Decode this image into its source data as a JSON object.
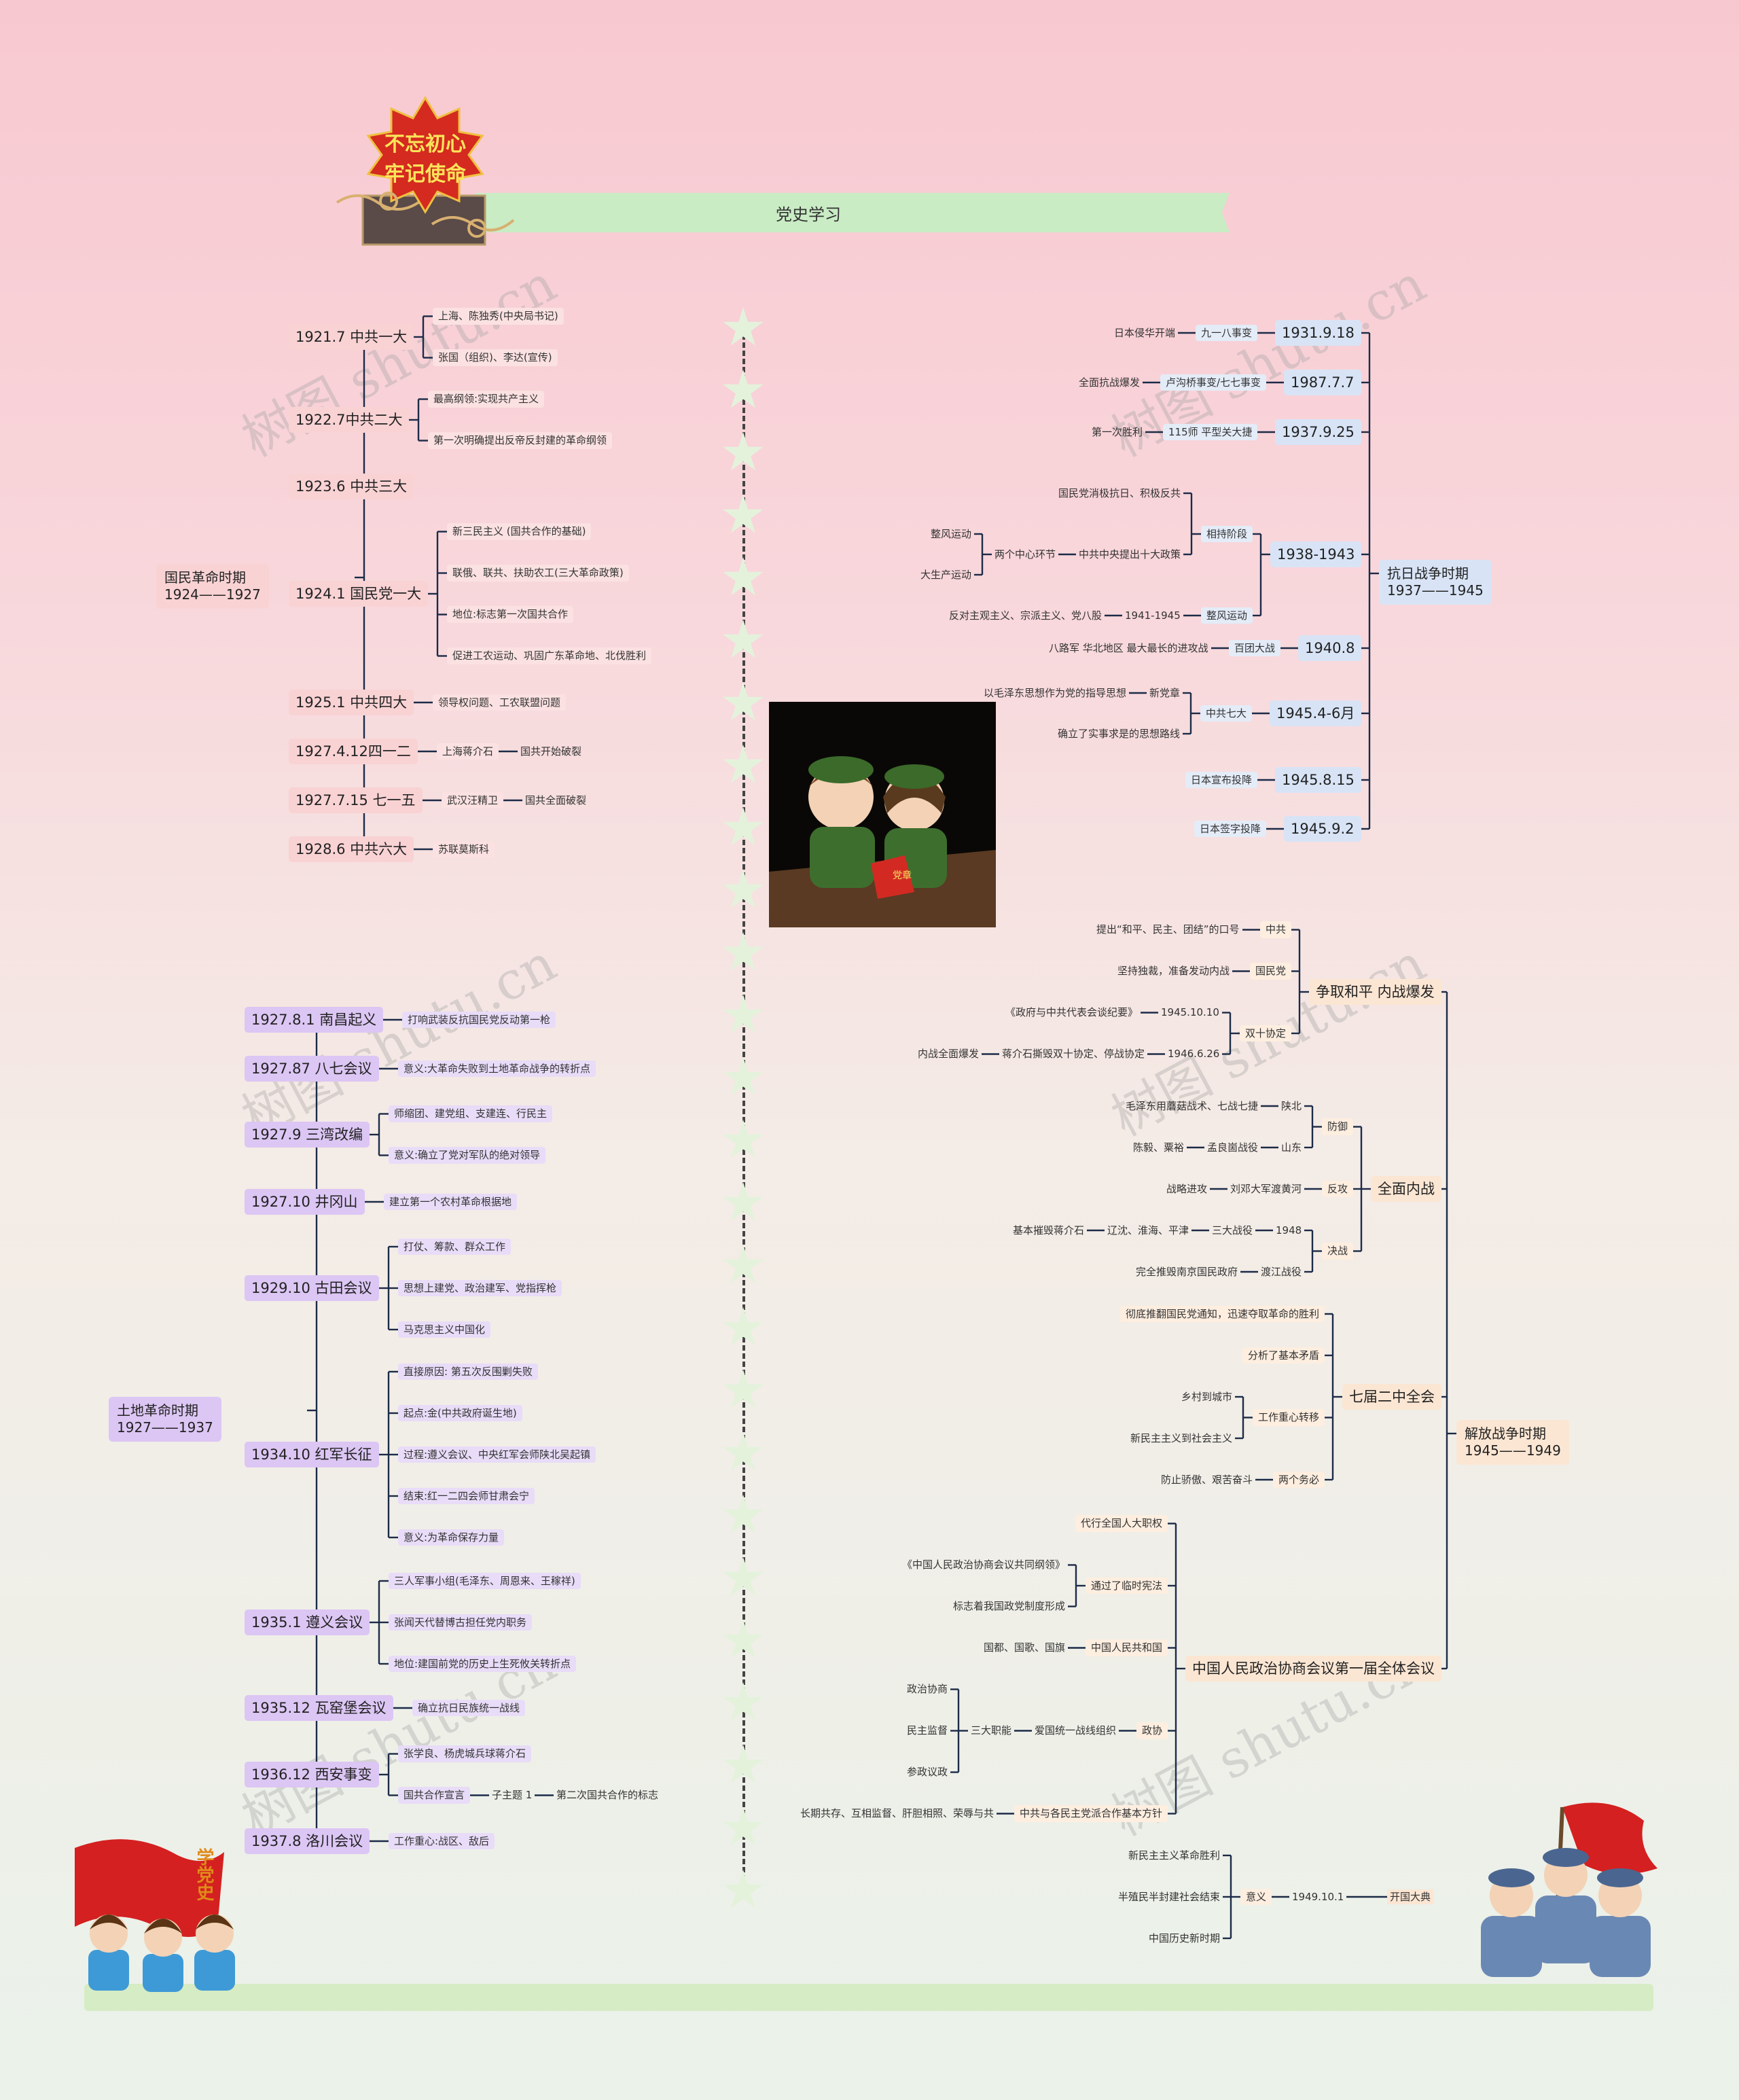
{
  "title": "党史学习",
  "badge": {
    "line1": "不忘初心",
    "line2": "牢记使命"
  },
  "corner_text": "学党史",
  "book_text": "党章",
  "watermark": "树图 shutu.cn",
  "colors": {
    "pink": "#f9d2d4",
    "purple": "#dcc6f4",
    "blue": "#d8e4f6",
    "peach": "#fbe6d3",
    "line": "#1c2b48"
  },
  "branches": [
    {
      "label": "国民革命时期\n1924——1927",
      "theme": "pk",
      "side": "left",
      "children": [
        {
          "label": "1921.7 中共一大",
          "children": [
            {
              "label": "上海、陈独秀(中央局书记)"
            },
            {
              "label": "张国（组织)、李达(宣传)"
            }
          ]
        },
        {
          "label": "1922.7中共二大",
          "children": [
            {
              "label": "最高纲领:实现共产主义"
            },
            {
              "label": "第一次明确提出反帝反封建的革命纲领"
            }
          ]
        },
        {
          "label": "1923.6 中共三大"
        },
        {
          "label": "1924.1 国民党一大",
          "children": [
            {
              "label": "新三民主义 (国共合作的基础)"
            },
            {
              "label": "联俄、联共、扶助农工(三大革命政策)"
            },
            {
              "label": "地位:标志第一次国共合作"
            },
            {
              "label": "促进工农运动、巩固广东革命地、北伐胜利"
            }
          ]
        },
        {
          "label": "1925.1 中共四大",
          "children": [
            {
              "label": "领导权问题、工农联盟问题"
            }
          ]
        },
        {
          "label": "1927.4.12四一二",
          "children": [
            {
              "label": "上海蒋介石",
              "children": [
                {
                  "label": "国共开始破裂"
                }
              ]
            }
          ]
        },
        {
          "label": "1927.7.15 七一五",
          "children": [
            {
              "label": "武汉汪精卫",
              "children": [
                {
                  "label": "国共全面破裂"
                }
              ]
            }
          ]
        },
        {
          "label": "1928.6 中共六大",
          "children": [
            {
              "label": "苏联莫斯科"
            }
          ]
        }
      ]
    },
    {
      "label": "土地革命时期\n1927——1937",
      "theme": "pu",
      "side": "left",
      "children": [
        {
          "label": "1927.8.1 南昌起义",
          "children": [
            {
              "label": "打响武装反抗国民党反动第一枪"
            }
          ]
        },
        {
          "label": "1927.87 八七会议",
          "children": [
            {
              "label": "意义:大革命失败到土地革命战争的转折点"
            }
          ]
        },
        {
          "label": "1927.9 三湾改编",
          "children": [
            {
              "label": "师缩团、建党组、支建连、行民主"
            },
            {
              "label": "意义:确立了党对军队的绝对领导"
            }
          ]
        },
        {
          "label": "1927.10 井冈山",
          "children": [
            {
              "label": "建立第一个农村革命根据地"
            }
          ]
        },
        {
          "label": "1929.10 古田会议",
          "children": [
            {
              "label": "打仗、筹款、群众工作"
            },
            {
              "label": "思想上建党、政治建军、党指挥枪"
            },
            {
              "label": "马克思主义中国化"
            }
          ]
        },
        {
          "label": "1934.10 红军长征",
          "children": [
            {
              "label": "直接原因: 第五次反围剿失败"
            },
            {
              "label": "起点:金(中共政府诞生地)"
            },
            {
              "label": "过程:遵义会议、中央红军会师陕北吴起镇"
            },
            {
              "label": "结束:红一二四会师甘肃会宁"
            },
            {
              "label": "意义:为革命保存力量"
            }
          ]
        },
        {
          "label": "1935.1 遵义会议",
          "children": [
            {
              "label": "三人军事小组(毛泽东、周恩来、王稼祥)"
            },
            {
              "label": "张闻天代替博古担任党内职务"
            },
            {
              "label": "地位:建国前党的历史上生死攸关转折点"
            }
          ]
        },
        {
          "label": "1935.12 瓦窑堡会议",
          "children": [
            {
              "label": "确立抗日民族统一战线"
            }
          ]
        },
        {
          "label": "1936.12 西安事变",
          "children": [
            {
              "label": "张学良、杨虎城兵球蒋介石"
            },
            {
              "label": "国共合作宣言",
              "children": [
                {
                  "label": "子主题 1",
                  "children": [
                    {
                      "label": "第二次国共合作的标志"
                    }
                  ]
                }
              ]
            }
          ]
        },
        {
          "label": "1937.8 洛川会议",
          "children": [
            {
              "label": "工作重心:战区、敌后"
            }
          ]
        }
      ]
    },
    {
      "label": "抗日战争时期\n1937——1945",
      "theme": "bl",
      "side": "right",
      "children": [
        {
          "label": "1931.9.18",
          "children": [
            {
              "label": "九一八事变",
              "children": [
                {
                  "label": "日本侵华开端"
                }
              ]
            }
          ]
        },
        {
          "label": "1987.7.7",
          "children": [
            {
              "label": "卢沟桥事变/七七事变",
              "children": [
                {
                  "label": "全面抗战爆发"
                }
              ]
            }
          ]
        },
        {
          "label": "1937.9.25",
          "children": [
            {
              "label": "115师 平型关大捷",
              "children": [
                {
                  "label": "第一次胜利"
                }
              ]
            }
          ]
        },
        {
          "label": "1938-1943",
          "children": [
            {
              "label": "相持阶段",
              "children": [
                {
                  "label": "国民党消极抗日、积极反共"
                },
                {
                  "label": "中共中央提出十大政策",
                  "children": [
                    {
                      "label": "两个中心环节",
                      "children": [
                        {
                          "label": "整风运动"
                        },
                        {
                          "label": "大生产运动"
                        }
                      ]
                    }
                  ]
                }
              ]
            },
            {
              "label": "整风运动",
              "children": [
                {
                  "label": "1941-1945",
                  "children": [
                    {
                      "label": "反对主观主义、宗派主义、党八股"
                    }
                  ]
                }
              ]
            }
          ]
        },
        {
          "label": "1940.8",
          "children": [
            {
              "label": "百团大战",
              "children": [
                {
                  "label": "八路军 华北地区 最大最长的进攻战"
                }
              ]
            }
          ]
        },
        {
          "label": "1945.4-6月",
          "children": [
            {
              "label": "中共七大",
              "children": [
                {
                  "label": "新党章",
                  "children": [
                    {
                      "label": "以毛泽东思想作为党的指导思想"
                    }
                  ]
                },
                {
                  "label": "确立了实事求是的思想路线"
                }
              ]
            }
          ]
        },
        {
          "label": "1945.8.15",
          "children": [
            {
              "label": "日本宣布投降"
            }
          ]
        },
        {
          "label": "1945.9.2",
          "children": [
            {
              "label": "日本签字投降"
            }
          ]
        }
      ]
    },
    {
      "label": "解放战争时期\n1945——1949",
      "theme": "pe",
      "side": "right",
      "children": [
        {
          "label": "争取和平 内战爆发",
          "children": [
            {
              "label": "中共",
              "children": [
                {
                  "label": "提出“和平、民主、团结”的口号"
                }
              ]
            },
            {
              "label": "国民党",
              "children": [
                {
                  "label": "坚持独裁，准备发动内战"
                }
              ]
            },
            {
              "label": "双十协定",
              "children": [
                {
                  "label": "1945.10.10",
                  "children": [
                    {
                      "label": "《政府与中共代表会谈纪要》"
                    }
                  ]
                },
                {
                  "label": "1946.6.26",
                  "children": [
                    {
                      "label": "蒋介石撕毁双十协定、停战协定",
                      "children": [
                        {
                          "label": "内战全面爆发"
                        }
                      ]
                    }
                  ]
                }
              ]
            }
          ]
        },
        {
          "label": "全面内战",
          "children": [
            {
              "label": "防御",
              "children": [
                {
                  "label": "陕北",
                  "children": [
                    {
                      "label": "毛泽东用蘑菇战术、七战七捷"
                    }
                  ]
                },
                {
                  "label": "山东",
                  "children": [
                    {
                      "label": "孟良崮战役",
                      "children": [
                        {
                          "label": "陈毅、粟裕"
                        }
                      ]
                    }
                  ]
                }
              ]
            },
            {
              "label": "反攻",
              "children": [
                {
                  "label": "刘邓大军渡黄河",
                  "children": [
                    {
                      "label": "战略进攻"
                    }
                  ]
                }
              ]
            },
            {
              "label": "决战",
              "children": [
                {
                  "label": "1948",
                  "children": [
                    {
                      "label": "三大战役",
                      "children": [
                        {
                          "label": "辽沈、淮海、平津",
                          "children": [
                            {
                              "label": "基本摧毁蒋介石"
                            }
                          ]
                        }
                      ]
                    }
                  ]
                },
                {
                  "label": "渡江战役",
                  "children": [
                    {
                      "label": "完全推毁南京国民政府"
                    }
                  ]
                }
              ]
            }
          ]
        },
        {
          "label": "七届二中全会",
          "children": [
            {
              "label": "彻底推翻国民党通知，迅速夺取革命的胜利"
            },
            {
              "label": "分析了基本矛盾"
            },
            {
              "label": "工作重心转移",
              "children": [
                {
                  "label": "乡村到城市"
                },
                {
                  "label": "新民主主义到社会主义"
                }
              ]
            },
            {
              "label": "两个务必",
              "children": [
                {
                  "label": "防止骄傲、艰苦奋斗"
                }
              ]
            }
          ]
        },
        {
          "label": "中国人民政治协商会议第一届全体会议",
          "children": [
            {
              "label": "代行全国人大职权"
            },
            {
              "label": "通过了临时宪法",
              "children": [
                {
                  "label": "《中国人民政治协商会议共同纲领》"
                },
                {
                  "label": "标志着我国政党制度形成"
                }
              ]
            },
            {
              "label": "中国人民共和国",
              "children": [
                {
                  "label": "国都、国歌、国旗"
                }
              ]
            },
            {
              "label": "政协",
              "children": [
                {
                  "label": "爱国统一战线组织",
                  "children": [
                    {
                      "label": "三大职能",
                      "children": [
                        {
                          "label": "政治协商"
                        },
                        {
                          "label": "民主监督"
                        },
                        {
                          "label": "参政议政"
                        }
                      ]
                    }
                  ]
                }
              ]
            },
            {
              "label": "中共与各民主党派合作基本方针",
              "children": [
                {
                  "label": "长期共存、互相监督、肝胆相照、荣辱与共"
                }
              ]
            }
          ]
        }
      ]
    },
    {
      "label": "开国大典",
      "theme": "pe",
      "side": "right",
      "children": [
        {
          "label": "1949.10.1",
          "children": [
            {
              "label": "意义",
              "children": [
                {
                  "label": "新民主主义革命胜利"
                },
                {
                  "label": "半殖民半封建社会结束"
                },
                {
                  "label": "中国历史新时期"
                }
              ]
            }
          ]
        }
      ]
    }
  ]
}
